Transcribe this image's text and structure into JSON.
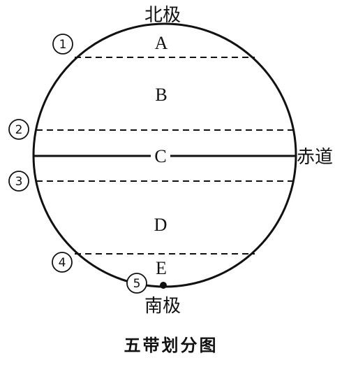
{
  "labels": {
    "north_pole": "北极",
    "south_pole": "南极",
    "equator": "赤道",
    "caption": "五带划分图"
  },
  "zones": [
    "A",
    "B",
    "C",
    "D",
    "E"
  ],
  "markers": [
    "1",
    "2",
    "3",
    "4",
    "5"
  ]
}
